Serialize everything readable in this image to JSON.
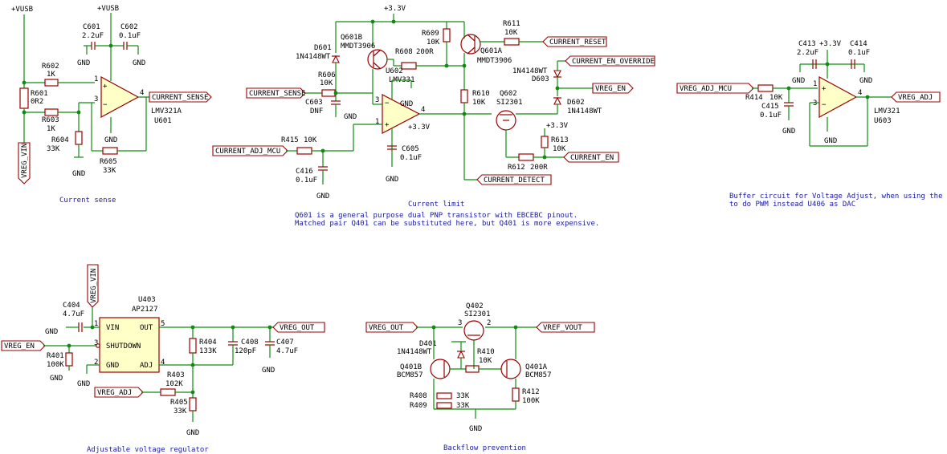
{
  "power": {
    "vusb": "+VUSB",
    "v33": "+3.3V",
    "gnd": "GND"
  },
  "labels": {
    "current_sense": "CURRENT_SENSE",
    "current_reset": "CURRENT_RESET",
    "current_en_override": "CURRENT_EN_OVERRIDE",
    "vreg_en": "VREG_EN",
    "current_en": "CURRENT_EN",
    "current_detect": "CURRENT_DETECT",
    "current_adj_mcu": "CURRENT_ADJ_MCU",
    "vreg_vin": "VREG_VIN",
    "vreg_adj_mcu": "VREG_ADJ_MCU",
    "vreg_adj": "VREG_ADJ",
    "vreg_out": "VREG_OUT",
    "vref_vout": "VREF_VOUT"
  },
  "components": {
    "R601": {
      "ref": "R601",
      "value": "0R2"
    },
    "R602": {
      "ref": "R602",
      "value": "1K"
    },
    "R603": {
      "ref": "R603",
      "value": "1K"
    },
    "R604": {
      "ref": "R604",
      "value": "33K"
    },
    "R605": {
      "ref": "R605",
      "value": "33K"
    },
    "C601": {
      "ref": "C601",
      "value": "2.2uF"
    },
    "C602": {
      "ref": "C602",
      "value": "0.1uF"
    },
    "U601": {
      "ref": "U601",
      "value": "LMV321A"
    },
    "D601": {
      "ref": "D601",
      "value": "1N4148WT"
    },
    "Q601B": {
      "ref": "Q601B",
      "value": "MMDT3906"
    },
    "Q601A": {
      "ref": "Q601A",
      "value": "MMDT3906"
    },
    "R606": {
      "ref": "R606",
      "value": "10K"
    },
    "R608": {
      "ref": "R608",
      "value": "200R"
    },
    "R609": {
      "ref": "R609",
      "value": "10K"
    },
    "R610": {
      "ref": "R610",
      "value": "10K"
    },
    "R611": {
      "ref": "R611",
      "value": "10K"
    },
    "R612": {
      "ref": "R612",
      "value": "200R"
    },
    "R613": {
      "ref": "R613",
      "value": "10K"
    },
    "C603": {
      "ref": "C603",
      "value": "DNF"
    },
    "C605": {
      "ref": "C605",
      "value": "0.1uF"
    },
    "U602": {
      "ref": "U602",
      "value": "LMV331"
    },
    "Q602": {
      "ref": "Q602",
      "value": "SI2301"
    },
    "D602": {
      "ref": "D602",
      "value": "1N4148WT"
    },
    "D603": {
      "ref": "D603",
      "value": "1N4148WT"
    },
    "R415": {
      "ref": "R415",
      "value": "10K"
    },
    "C416": {
      "ref": "C416",
      "value": "0.1uF"
    },
    "C413": {
      "ref": "C413",
      "value": "2.2uF"
    },
    "C414": {
      "ref": "C414",
      "value": "0.1uF"
    },
    "R414": {
      "ref": "R414",
      "value": "10K"
    },
    "C415": {
      "ref": "C415",
      "value": "0.1uF"
    },
    "U603": {
      "ref": "U603",
      "value": "LMV321"
    },
    "U403": {
      "ref": "U403",
      "value": "AP2127"
    },
    "C404": {
      "ref": "C404",
      "value": "4.7uF"
    },
    "R401": {
      "ref": "R401",
      "value": "100K"
    },
    "R403": {
      "ref": "R403",
      "value": "102K"
    },
    "R404": {
      "ref": "R404",
      "value": "133K"
    },
    "R405": {
      "ref": "R405",
      "value": "33K"
    },
    "C408": {
      "ref": "C408",
      "value": "120pF"
    },
    "C407": {
      "ref": "C407",
      "value": "4.7uF"
    },
    "Q402": {
      "ref": "Q402",
      "value": "SI2301"
    },
    "D401": {
      "ref": "D401",
      "value": "1N4148WT"
    },
    "Q401B": {
      "ref": "Q401B",
      "value": "BCM857"
    },
    "Q401A": {
      "ref": "Q401A",
      "value": "BCM857"
    },
    "R410": {
      "ref": "R410",
      "value": "10K"
    },
    "R412": {
      "ref": "R412",
      "value": "100K"
    },
    "R408": {
      "ref": "R408",
      "value": "33K"
    },
    "R409": {
      "ref": "R409",
      "value": "33K"
    }
  },
  "ic_pins": {
    "vin": "VIN",
    "out": "OUT",
    "shutdown": "SHUTDOWN",
    "gnd": "GND",
    "adj": "ADJ"
  },
  "captions": {
    "current_sense": "Current sense",
    "current_limit": "Current limit",
    "current_limit_note1": "Q601 is a general purpose dual PNP transistor with EBCEBC pinout.",
    "current_limit_note2": "Matched pair Q401 can be substituted here, but Q401 is more expensive.",
    "buffer1": "Buffer circuit for Voltage Adjust, when using the MCU",
    "buffer2": "to do PWM instead U406 as DAC",
    "vreg": "Adjustable voltage regulator",
    "backflow": "Backflow prevention"
  },
  "colors": {
    "wire": "#118a11",
    "component": "#990000",
    "body_fill": "#ffffc8",
    "text": "#000000",
    "caption": "#1a1aa8"
  }
}
